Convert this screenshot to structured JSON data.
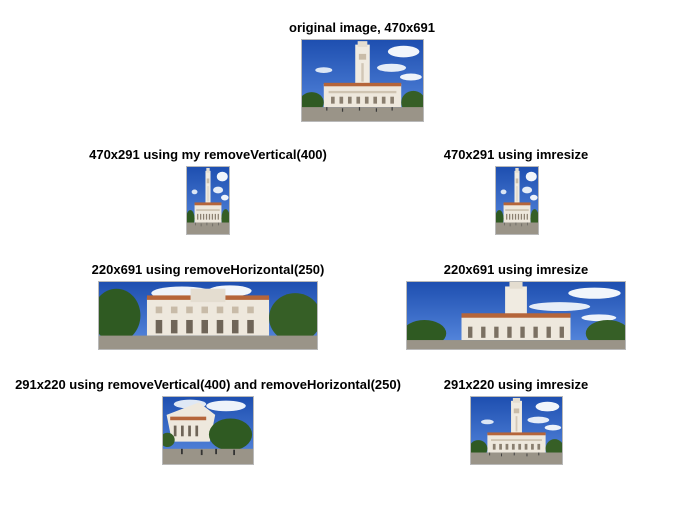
{
  "figure": {
    "subplots": [
      {
        "title": "original image, 470x691"
      },
      {
        "title": "470x291 using my removeVertical(400)"
      },
      {
        "title": "470x291 using imresize"
      },
      {
        "title": "220x691 using removeHorizontal(250)"
      },
      {
        "title": "220x691 using imresize"
      },
      {
        "title": "291x220 using removeVertical(400) and removeHorizontal(250)"
      },
      {
        "title": "291x220 using imresize"
      }
    ]
  },
  "colors": {
    "sky": "#2f62c4",
    "cloud": "#f2f6fb",
    "building": "#efe9df",
    "roof": "#b5653a",
    "tree": "#2f5a22",
    "ground": "#9a9488"
  }
}
